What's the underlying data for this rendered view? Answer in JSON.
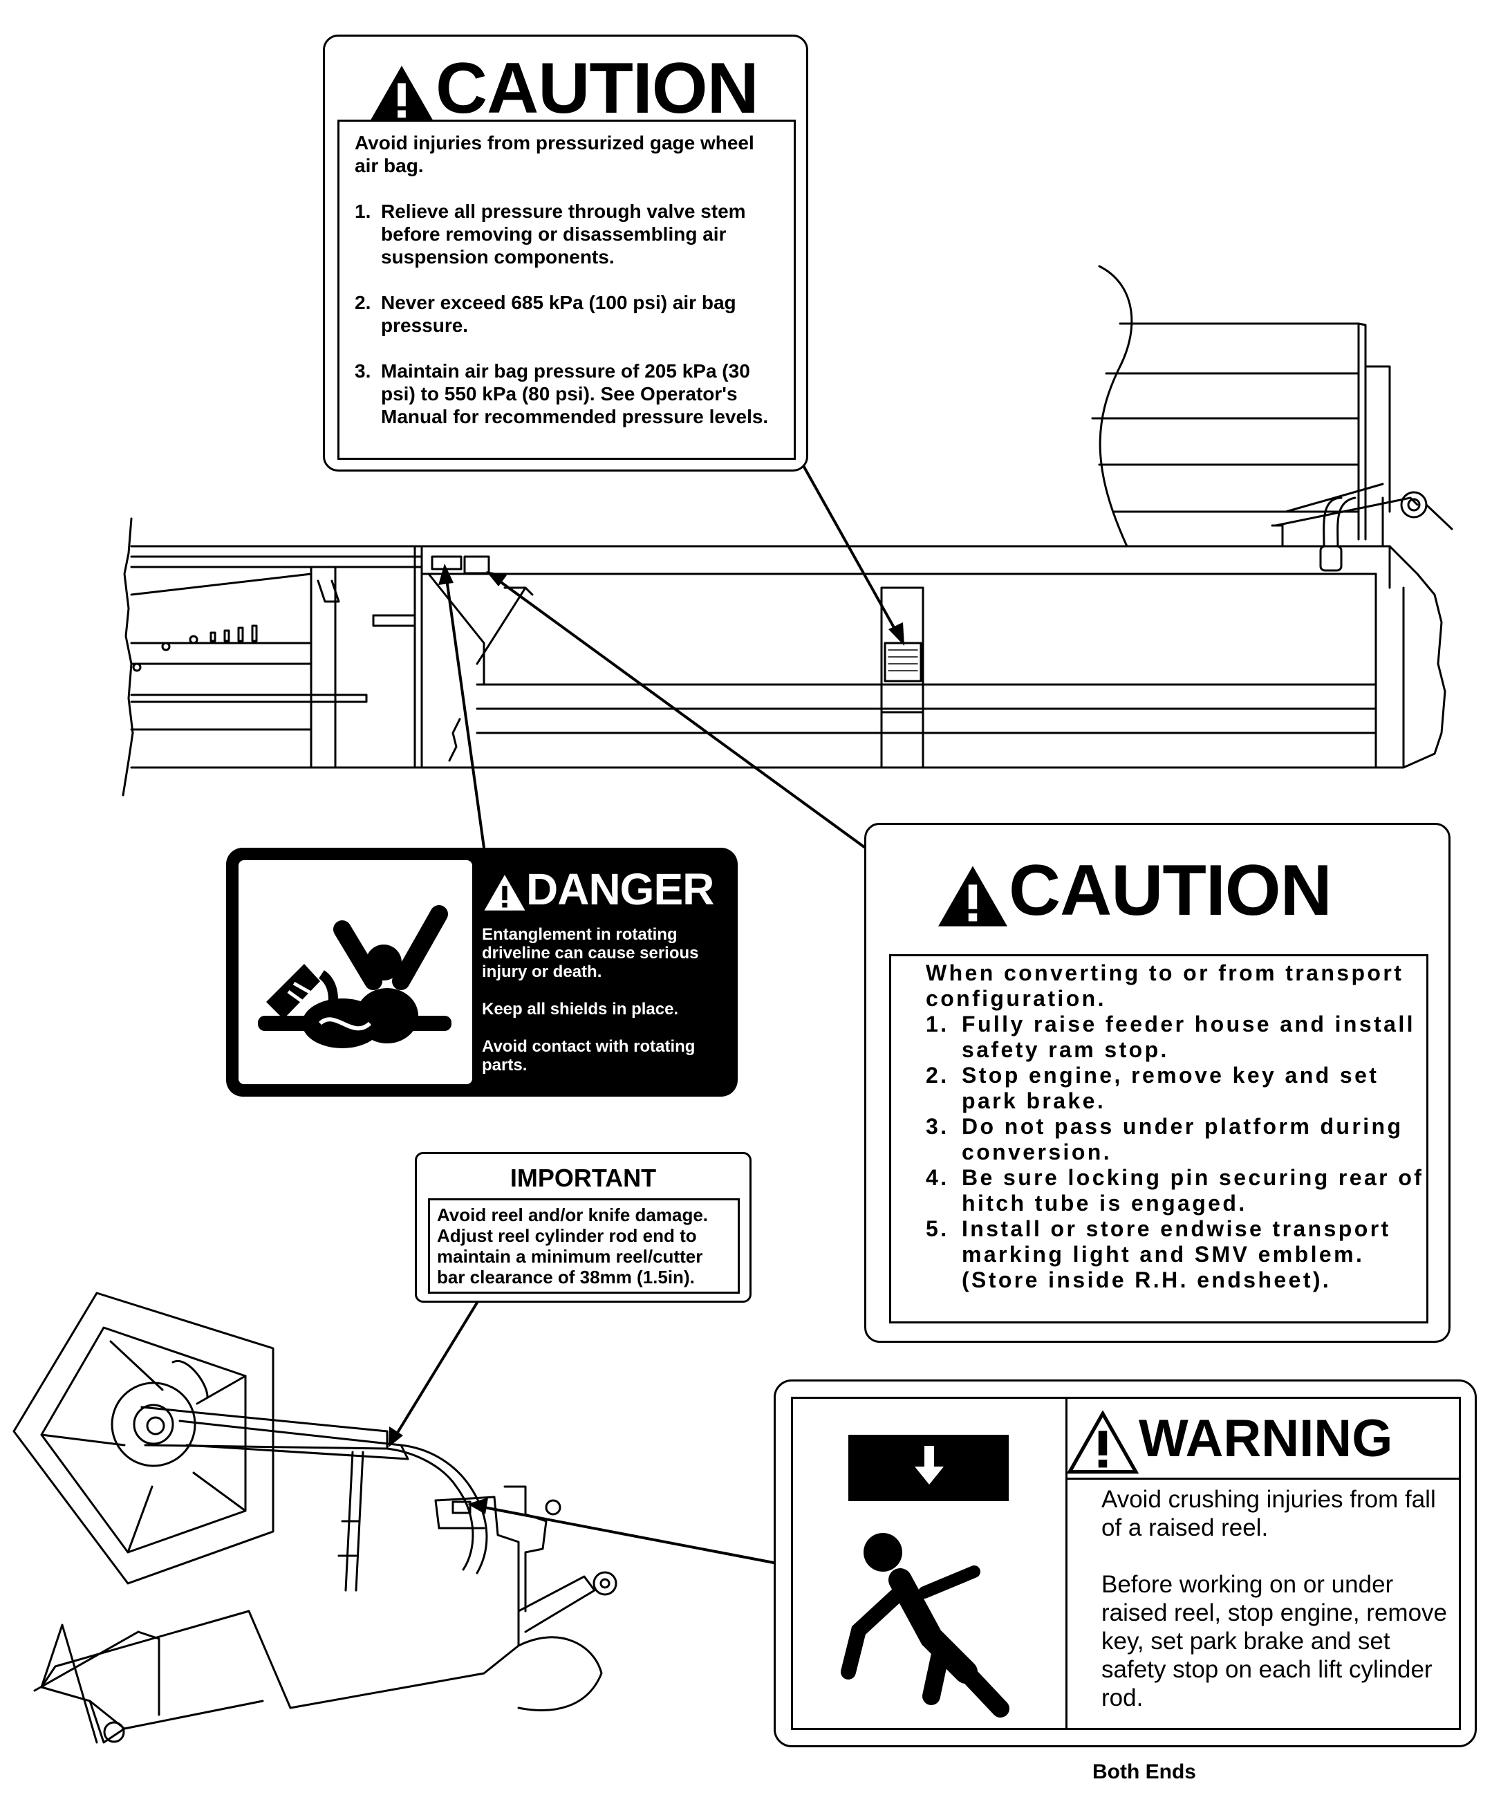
{
  "caution_top": {
    "title": "CAUTION",
    "intro": "Avoid injuries from pressurized gage wheel air bag.",
    "items": [
      {
        "n": "1.",
        "text": "Relieve all pressure through valve stem before removing or disassembling air suspension components."
      },
      {
        "n": "2.",
        "text": "Never exceed 685 kPa (100 psi) air bag pressure."
      },
      {
        "n": "3.",
        "text": "Maintain air bag pressure of 205 kPa (30 psi) to 550 kPa (80 psi).  See Operator's Manual for recommended pressure levels."
      }
    ]
  },
  "caution_right": {
    "title": "CAUTION",
    "intro": "When converting to or from transport configuration.",
    "items": [
      {
        "n": "1.",
        "text": "Fully raise feeder house and install safety ram stop."
      },
      {
        "n": "2.",
        "text": "Stop engine, remove key and set park brake."
      },
      {
        "n": "3.",
        "text": "Do not pass under platform during conversion."
      },
      {
        "n": "4.",
        "text": "Be sure locking pin securing rear of hitch tube is engaged."
      },
      {
        "n": "5.",
        "text": "Install or store endwise transport marking light and SMV emblem. (Store inside R.H. endsheet)."
      }
    ]
  },
  "danger": {
    "title": "DANGER",
    "lines": [
      "Entanglement in rotating driveline can cause serious injury or death.",
      "Keep all shields in place.",
      "Avoid contact with rotating parts."
    ]
  },
  "important": {
    "title": "IMPORTANT",
    "text": "Avoid reel and/or knife damage. Adjust reel cylinder rod end to maintain a minimum reel/cutter bar clearance of 38mm (1.5in)."
  },
  "warning": {
    "title": "WARNING",
    "lines": [
      "Avoid crushing injuries from fall of a raised reel.",
      "Before working on or under raised reel, stop engine, remove key, set park brake and set safety stop on each lift cylinder rod."
    ]
  },
  "footer": {
    "note": "Both Ends"
  },
  "icons": {
    "alert": "alert-triangle-icon",
    "entanglement": "driveline-entanglement-icon",
    "crushing": "falling-reel-crush-icon"
  }
}
